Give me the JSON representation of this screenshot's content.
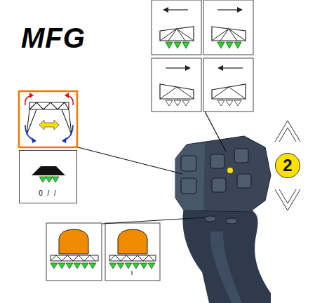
{
  "diagram": {
    "title": "MFG",
    "nodes": [
      {
        "text": [
          "0 / /"
        ]
      },
      {
        "text": [
          "2"
        ]
      }
    ]
  }
}
